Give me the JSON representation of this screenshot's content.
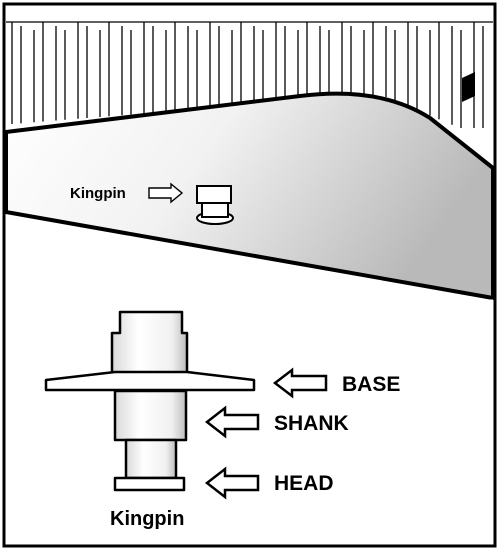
{
  "labels": {
    "kingpin_trailer": "Kingpin",
    "base": "BASE",
    "shank": "SHANK",
    "head": "HEAD",
    "kingpin_caption": "Kingpin"
  },
  "colors": {
    "stroke": "#000000",
    "shade": "#c8c8c8",
    "background": "#ffffff"
  }
}
